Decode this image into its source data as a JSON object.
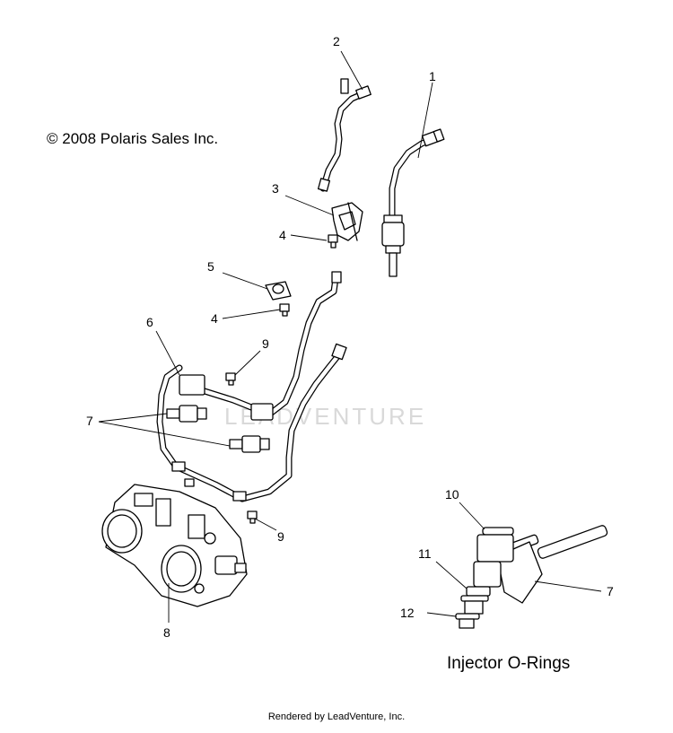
{
  "copyright": "© 2008 Polaris Sales Inc.",
  "watermark": "LEADVENTURE",
  "section_title": "Injector O-Rings",
  "footer": "Rendered by LeadVenture, Inc.",
  "callouts": {
    "c1": "1",
    "c2": "2",
    "c3": "3",
    "c4a": "4",
    "c4b": "4",
    "c5": "5",
    "c6": "6",
    "c7a": "7",
    "c7b": "7",
    "c8": "8",
    "c9a": "9",
    "c9b": "9",
    "c10": "10",
    "c11": "11",
    "c12": "12"
  }
}
